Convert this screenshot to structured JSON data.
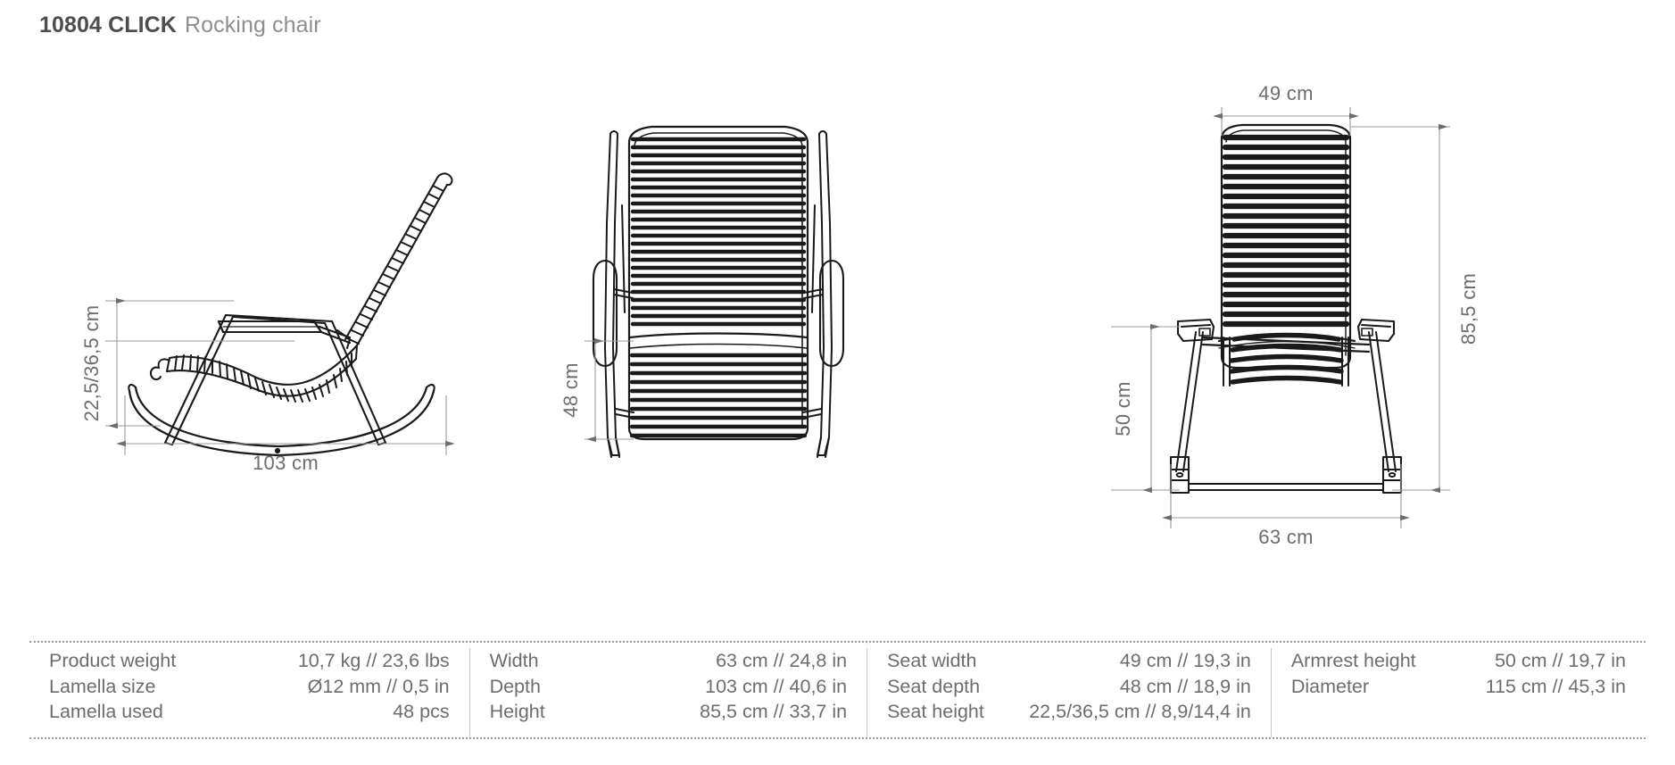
{
  "title": {
    "code": "10804 CLICK",
    "name": "Rocking chair"
  },
  "views": {
    "side": {
      "name": "side-view",
      "dimensions": {
        "height_label": "22,5/36,5 cm",
        "width_label": "103 cm"
      }
    },
    "front": {
      "name": "front-view",
      "dimensions": {
        "seat_depth_label": "48 cm"
      }
    },
    "back": {
      "name": "back-view",
      "dimensions": {
        "top_width_label": "49 cm",
        "armrest_height_label": "50 cm",
        "total_height_label": "85,5 cm",
        "bottom_width_label": "63 cm"
      }
    }
  },
  "spec_table": {
    "columns": [
      {
        "rows": [
          {
            "label": "Product weight",
            "value": "10,7 kg // 23,6 lbs"
          },
          {
            "label": "Lamella size",
            "value": "Ø12 mm // 0,5 in"
          },
          {
            "label": "Lamella used",
            "value": "48 pcs"
          }
        ]
      },
      {
        "rows": [
          {
            "label": "Width",
            "value": "63 cm // 24,8 in"
          },
          {
            "label": "Depth",
            "value": "103 cm // 40,6 in"
          },
          {
            "label": "Height",
            "value": "85,5 cm // 33,7 in"
          }
        ]
      },
      {
        "rows": [
          {
            "label": "Seat width",
            "value": "49 cm // 19,3 in"
          },
          {
            "label": "Seat depth",
            "value": "48 cm // 18,9 in"
          },
          {
            "label": "Seat height",
            "value": "22,5/36,5 cm // 8,9/14,4 in"
          }
        ]
      },
      {
        "rows": [
          {
            "label": "Armrest height",
            "value": "50 cm // 19,7 in"
          },
          {
            "label": "Diameter",
            "value": "115 cm // 45,3 in"
          }
        ]
      }
    ]
  },
  "colors": {
    "line": "#1a1a1a",
    "dimension_line": "#9a9b9d",
    "text": "#6c6d6f",
    "title_code": "#4c4d4f",
    "title_name": "#8d8e90"
  }
}
